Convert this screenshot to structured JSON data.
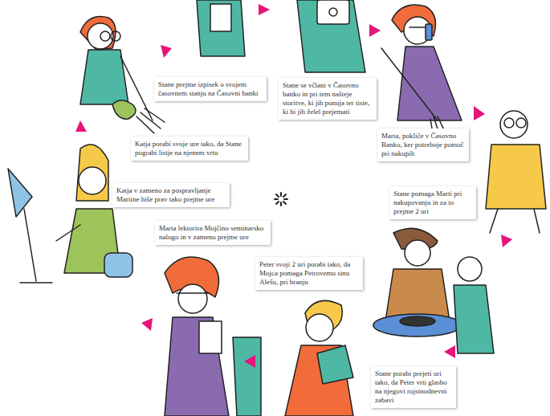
{
  "diagram": {
    "nodes": [
      {
        "text": [
          "Stane se včlani v Časovno banko in pri tem našteje storitve, ki jih ponuja ter tiste, ki bi jih želel prejemati"
        ]
      },
      {
        "text": [
          "Marta, pokliče v Časovno Banko, ker potrebuje pomoč pri nakupih"
        ]
      },
      {
        "text": [
          "Stane pomaga Marti pri nakupovanju in za to prejme 2 uri"
        ]
      },
      {
        "text": [
          "Stane porabi prejeti uri tako, da Peter vrti glasbo na njegovi rojstnodnevni zabavi"
        ]
      },
      {
        "text": [
          "Peter svoji 2 uri porabi tako, da Mojca pomaga Petrovemu sinu Alešu, pri branju"
        ]
      },
      {
        "text": [
          "Marta lektorira Mojčino seminarsko nalogo in v zameno prejme ure"
        ]
      },
      {
        "text": [
          "Katja v zameno za pospravljanje Martine hiše prav tako prejme ure"
        ]
      },
      {
        "text": [
          "Katja porabi svoje ure tako, da Stane pograbi listje na njenem vrtu"
        ]
      },
      {
        "text": [
          "Stane prejme izpisek o svojem časovnem stanju na Časovni banki"
        ]
      }
    ]
  }
}
